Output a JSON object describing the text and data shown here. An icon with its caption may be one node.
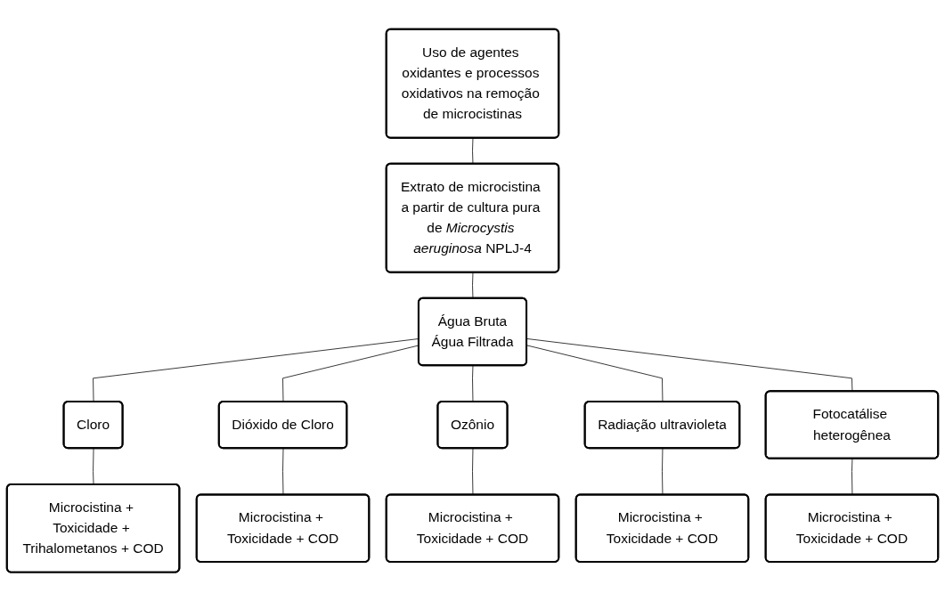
{
  "diagram": {
    "nodes": [
      {
        "text": [
          "Uso de agentes oxidantes e processos oxidativos na remoção de microcistinas"
        ]
      },
      {
        "text": [
          "Extrato de microcistina a partir de cultura pura de *Microcystis aeruginosa* NPLJ-4"
        ]
      },
      {
        "text": [
          "Água Bruta",
          "Água Filtrada"
        ]
      },
      {
        "text": [
          "Cloro"
        ]
      },
      {
        "text": [
          "Dióxido de Cloro"
        ]
      },
      {
        "text": [
          "Ozônio"
        ]
      },
      {
        "text": [
          "Radiação ultravioleta"
        ]
      },
      {
        "text": [
          "Fotocatálise heterogênea"
        ]
      },
      {
        "text": [
          "Microcistina + Toxicidade + Trihalometanos + COD"
        ]
      },
      {
        "text": [
          "Microcistina + Toxicidade + COD"
        ]
      },
      {
        "text": [
          "Microcistina + Toxicidade + COD"
        ]
      },
      {
        "text": [
          "Microcistina + Toxicidade + COD"
        ]
      },
      {
        "text": [
          "Microcistina + Toxicidade + COD"
        ]
      }
    ],
    "edges": [
      {
        "from": 0,
        "to": 1,
        "arrow": "none"
      },
      {
        "from": 1,
        "to": 2,
        "arrow": "none"
      },
      {
        "from": 2,
        "to": 3,
        "arrow": "none"
      },
      {
        "from": 2,
        "to": 4,
        "arrow": "none"
      },
      {
        "from": 2,
        "to": 5,
        "arrow": "none"
      },
      {
        "from": 2,
        "to": 6,
        "arrow": "none"
      },
      {
        "from": 2,
        "to": 7,
        "arrow": "none"
      },
      {
        "from": 3,
        "to": 8,
        "arrow": "none"
      },
      {
        "from": 4,
        "to": 9,
        "arrow": "none"
      },
      {
        "from": 5,
        "to": 10,
        "arrow": "none"
      },
      {
        "from": 6,
        "to": 11,
        "arrow": "none"
      },
      {
        "from": 7,
        "to": 12,
        "arrow": "none"
      }
    ]
  }
}
